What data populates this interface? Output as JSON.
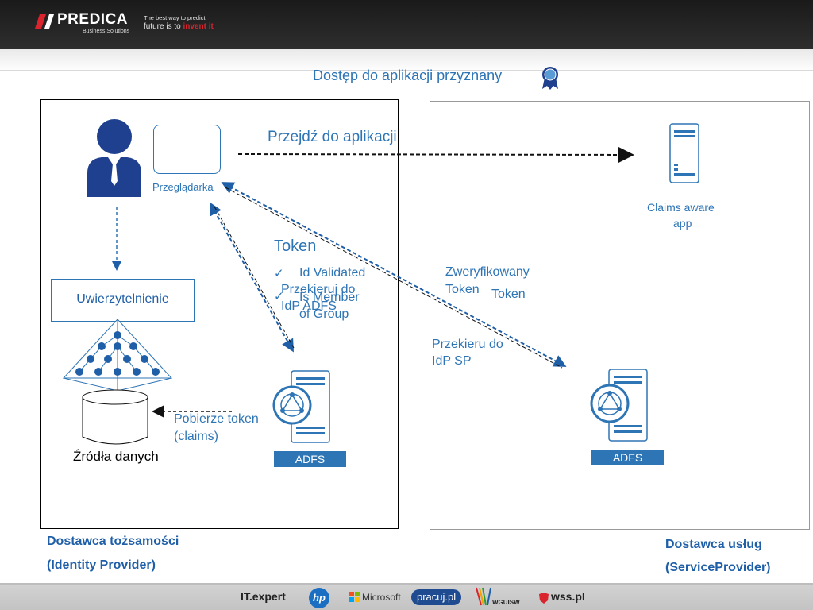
{
  "header": {
    "brand_name": "PREDICA",
    "brand_sub": "Business Solutions",
    "tagline_line1": "The best way to predict",
    "tagline_line2_prefix": "future is to ",
    "tagline_line2_accent": "invent it"
  },
  "title": "Dostęp do aplikacji przyznany",
  "labels": {
    "go_to_app": "Przejdź do aplikacji",
    "browser": "Przeglądarka",
    "claims_app_line1": "Claims aware",
    "claims_app_line2": "app",
    "token_heading": "Token",
    "token_item1": "Id Validated",
    "token_item2_line1": "Is Member",
    "token_item2_line2": "of Group",
    "redirect_idp_line1": "Przekieruj do",
    "redirect_idp_line2": "IdP ADFS",
    "verified_line1": "Zweryfikowany",
    "verified_line2": "Token",
    "token_right": "Token",
    "redirect_sp_line1": "Przekieru do",
    "redirect_sp_line2": "IdP SP",
    "authentication": "Uwierzytelnienie",
    "fetch_token_line1": "Pobierze token",
    "fetch_token_line2": "(claims)",
    "data_sources": "Źródła danych",
    "adfs_left": "ADFS",
    "adfs_right": "ADFS",
    "idp_line1": "Dostawca tożsamości",
    "idp_line2": "(Identity Provider)",
    "sp_line1": "Dostawca usług",
    "sp_line2": "(ServiceProvider)"
  },
  "footer": {
    "sponsor1": "IT.expert",
    "sponsor2": "hp",
    "sponsor3": "Microsoft",
    "sponsor4": "pracuj.pl",
    "sponsor5": "WGUISW",
    "sponsor6": "wss.pl"
  },
  "colors": {
    "accent_blue": "#2e75b6",
    "dark_blue": "#1f3f8f",
    "header_bg": "#222222",
    "brand_red": "#d9232d"
  }
}
